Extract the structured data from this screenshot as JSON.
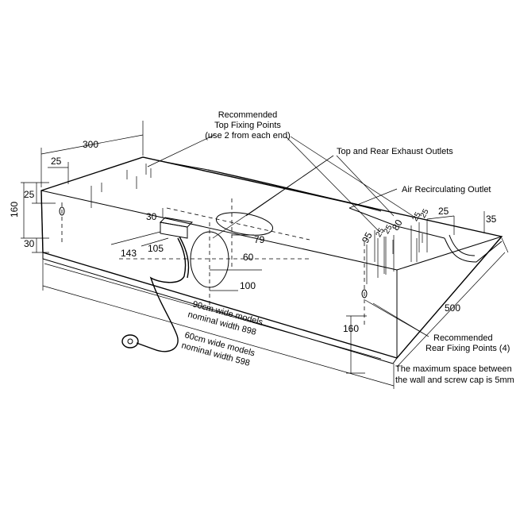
{
  "dimensions": {
    "d300": "300",
    "d25_top": "25",
    "d25_left": "25",
    "d160_left": "160",
    "d30_left": "30",
    "d30_cable": "30",
    "d143": "143",
    "d105": "105",
    "d79": "79",
    "d60": "60",
    "d100": "100",
    "d95": "95",
    "d25a": "25",
    "d25b": "25",
    "d80": "80",
    "d25c": "25",
    "d25d": "25",
    "d25_right": "25",
    "d35": "35",
    "d500": "500",
    "d160_right": "160"
  },
  "labels": {
    "top_fixing_1": "Recommended",
    "top_fixing_2": "Top Fixing Points",
    "top_fixing_3": "(use 2 from each end)",
    "exhaust": "Top and Rear Exhaust Outlets",
    "recirc": "Air Recirculating Outlet",
    "width90_1": "90cm wide models",
    "width90_2": "nominal width 898",
    "width60_1": "60cm wide models",
    "width60_2": "nominal width 598",
    "rear_fixing_1": "Recommended",
    "rear_fixing_2": "Rear Fixing Points (4)",
    "note_1": "The maximum space between",
    "note_2": "the wall and screw cap is 5mm"
  }
}
